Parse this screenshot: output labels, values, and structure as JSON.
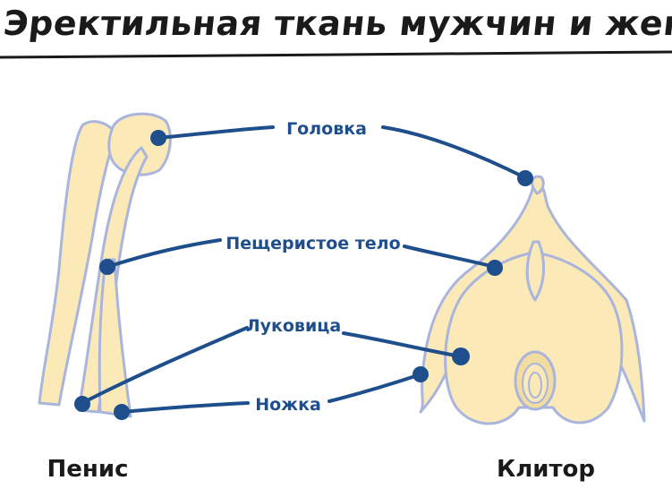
{
  "title": "Эректильная ткань мужчин и женщин",
  "labels": {
    "glans": "Головка",
    "cavernous": "Пещеристое тело",
    "bulb": "Луковица",
    "crus": "Ножка"
  },
  "captions": {
    "penis": "Пенис",
    "clitoris": "Клитор"
  },
  "colors": {
    "tissue_fill": "#fbe9b7",
    "tissue_outline": "#a9b5dc",
    "leader": "#1f4e8c",
    "text": "#1a1a1a"
  }
}
